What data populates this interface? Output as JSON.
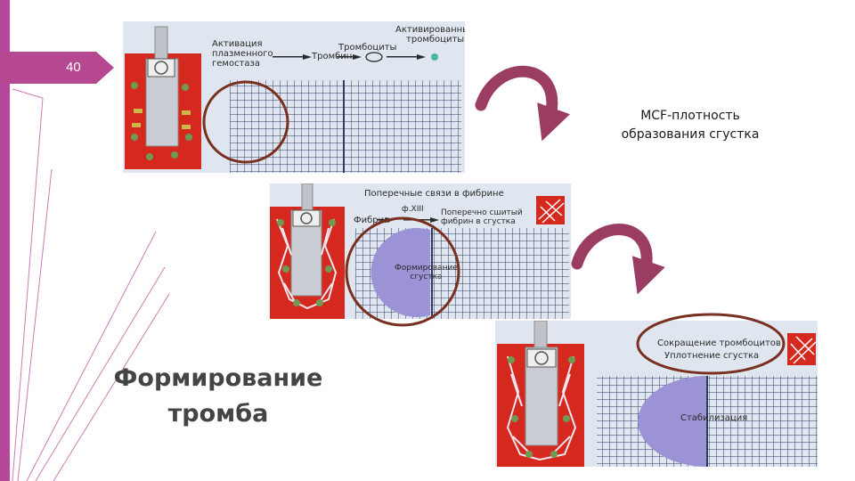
{
  "slide": {
    "page_number": "40",
    "side_note_lines": [
      "MCF-плотность",
      "образования сгустка"
    ],
    "title_lines": [
      "Формирование",
      "тромба"
    ]
  },
  "figure1": {
    "label_activation": [
      "Активация",
      "плазменного",
      "гемостаза"
    ],
    "label_thrombin": "Тромбин",
    "label_platelets": "Тромбоциты",
    "label_activated_platelets": [
      "Активированные",
      "тромбоциты"
    ]
  },
  "figure2": {
    "label_crosslinks": "Поперечные связи в фибрине",
    "label_fibrin": "Фибрин",
    "label_fxiii": "ф.XIII",
    "label_crosslinked_fibrin": [
      "Поперечно сшитый",
      "фибрин в сгустка"
    ],
    "label_clot_formation": [
      "Формирование",
      "сгустка"
    ]
  },
  "figure3": {
    "label_retraction": "Сокращение тромбоцитов",
    "label_compaction": "Уплотнение сгустка",
    "label_stabilization": "Стабилизация"
  },
  "colors": {
    "accent": "#b5489a",
    "arrow": "#9b3d63",
    "circle": "#7a3020",
    "cuvette": "#d5291f",
    "clot": "#9b93d6",
    "grid": "#2c3c63"
  }
}
